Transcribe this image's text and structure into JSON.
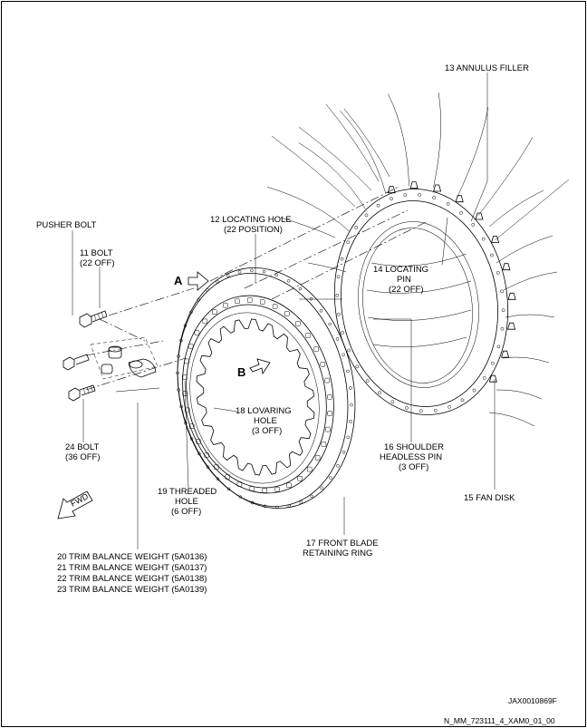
{
  "labels": {
    "annulus_filler": "13 ANNULUS FILLER",
    "pusher_bolt": "PUSHER BOLT",
    "bolt11_a": "11 BOLT",
    "bolt11_b": "(22 OFF)",
    "locating_hole_a": "12 LOCATING HOLE",
    "locating_hole_b": "(22 POSITION)",
    "view_a": "A",
    "view_b": "B",
    "locating_pin_a": "14 LOCATING",
    "locating_pin_b": "PIN",
    "locating_pin_c": "(22 OFF)",
    "lovaring_a": "18 LOVARING",
    "lovaring_b": "HOLE",
    "lovaring_c": "(3 OFF)",
    "bolt24_a": "24 BOLT",
    "bolt24_b": "(36 OFF)",
    "shoulder_a": "16 SHOULDER",
    "shoulder_b": "HEADLESS PIN",
    "shoulder_c": "(3 OFF)",
    "threaded_a": "19 THREADED",
    "threaded_b": "HOLE",
    "threaded_c": "(6 OFF)",
    "fan_disk": "15 FAN DISK",
    "fwd": "FWD",
    "ring_a": "17 FRONT BLADE",
    "ring_b": "RETAINING RING",
    "trim20": "20 TRIM BALANCE WEIGHT (5A0136)",
    "trim21": "21 TRIM BALANCE WEIGHT (5A0137)",
    "trim22": "22 TRIM BALANCE WEIGHT (5A0138)",
    "trim23": "23 TRIM BALANCE WEIGHT (5A0139)",
    "figure_id": "JAX0010869F",
    "doc_ref": "N_MM_723111_4_XAM0_01_00"
  },
  "colors": {
    "line": "#000000",
    "background": "#ffffff"
  }
}
